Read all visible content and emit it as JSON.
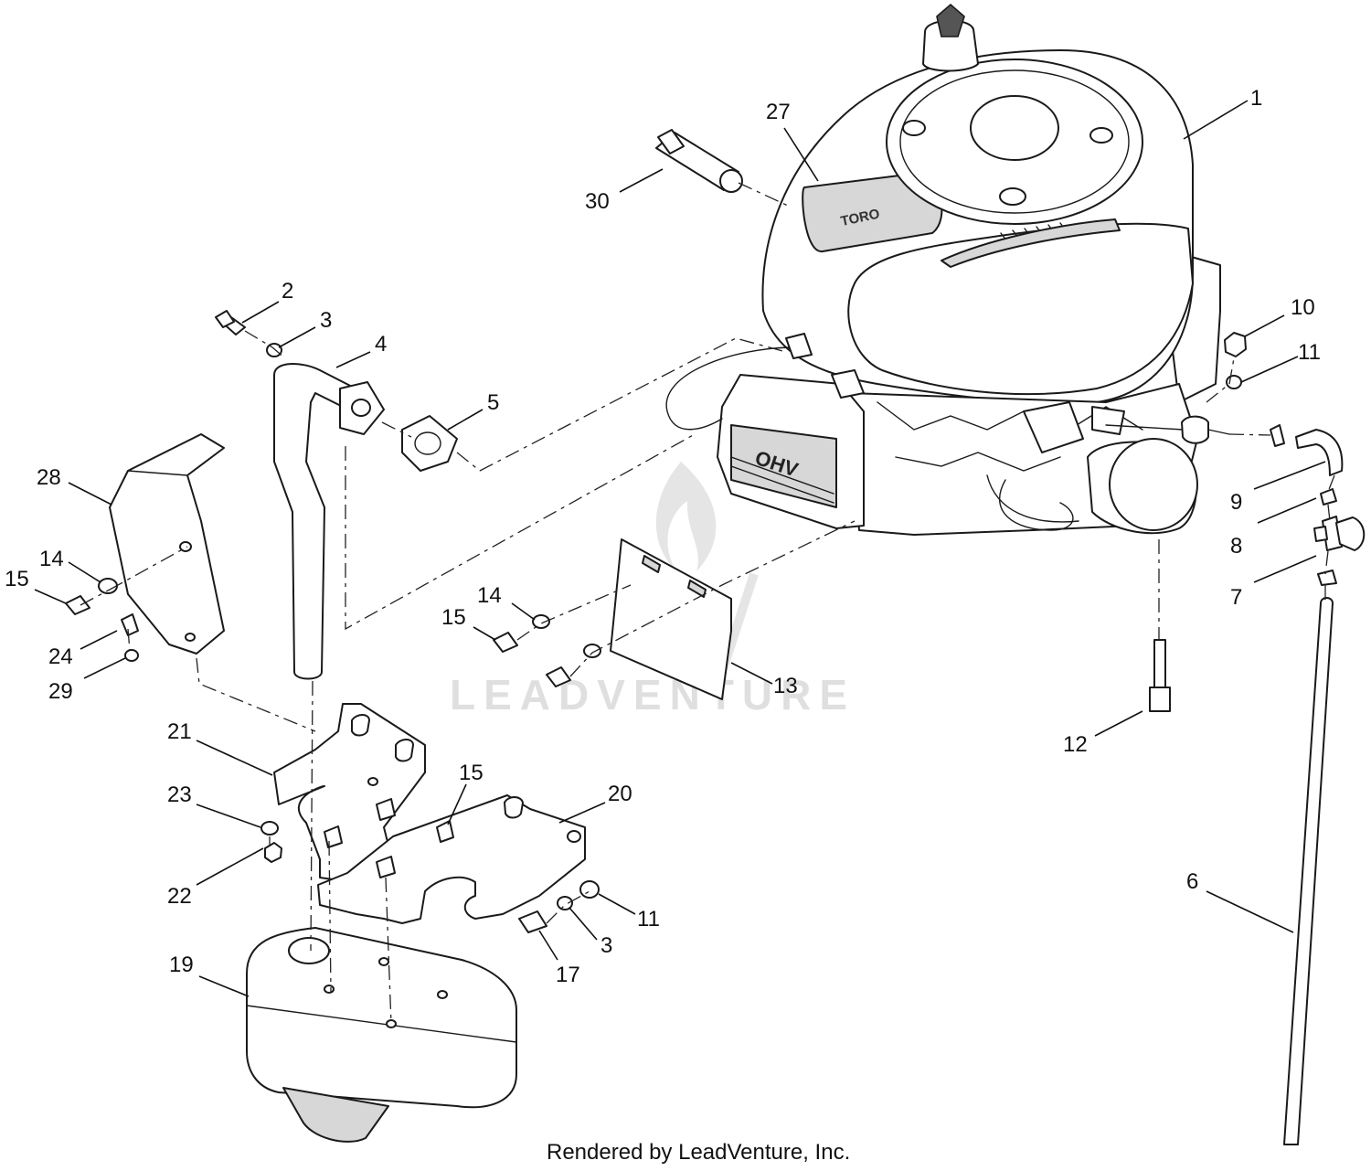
{
  "diagram": {
    "callouts": [
      {
        "id": "c1",
        "text": "1"
      },
      {
        "id": "c27",
        "text": "27"
      },
      {
        "id": "c30",
        "text": "30"
      },
      {
        "id": "c2",
        "text": "2"
      },
      {
        "id": "c3a",
        "text": "3"
      },
      {
        "id": "c4",
        "text": "4"
      },
      {
        "id": "c5",
        "text": "5"
      },
      {
        "id": "c10",
        "text": "10"
      },
      {
        "id": "c11a",
        "text": "11"
      },
      {
        "id": "c9",
        "text": "9"
      },
      {
        "id": "c8",
        "text": "8"
      },
      {
        "id": "c7",
        "text": "7"
      },
      {
        "id": "c28",
        "text": "28"
      },
      {
        "id": "c14a",
        "text": "14"
      },
      {
        "id": "c15a",
        "text": "15"
      },
      {
        "id": "c24",
        "text": "24"
      },
      {
        "id": "c29",
        "text": "29"
      },
      {
        "id": "c14b",
        "text": "14"
      },
      {
        "id": "c15b",
        "text": "15"
      },
      {
        "id": "c13",
        "text": "13"
      },
      {
        "id": "c12",
        "text": "12"
      },
      {
        "id": "c21",
        "text": "21"
      },
      {
        "id": "c23",
        "text": "23"
      },
      {
        "id": "c22",
        "text": "22"
      },
      {
        "id": "c15c",
        "text": "15"
      },
      {
        "id": "c20",
        "text": "20"
      },
      {
        "id": "c11b",
        "text": "11"
      },
      {
        "id": "c3b",
        "text": "3"
      },
      {
        "id": "c17",
        "text": "17"
      },
      {
        "id": "c19",
        "text": "19"
      },
      {
        "id": "c6",
        "text": "6"
      }
    ],
    "engine_labels": {
      "shroud_badge": "TORO",
      "valve_cover": "OHV"
    }
  },
  "watermark": {
    "text": "LEADVENTURE"
  },
  "footer": {
    "credit": "Rendered by LeadVenture, Inc."
  }
}
